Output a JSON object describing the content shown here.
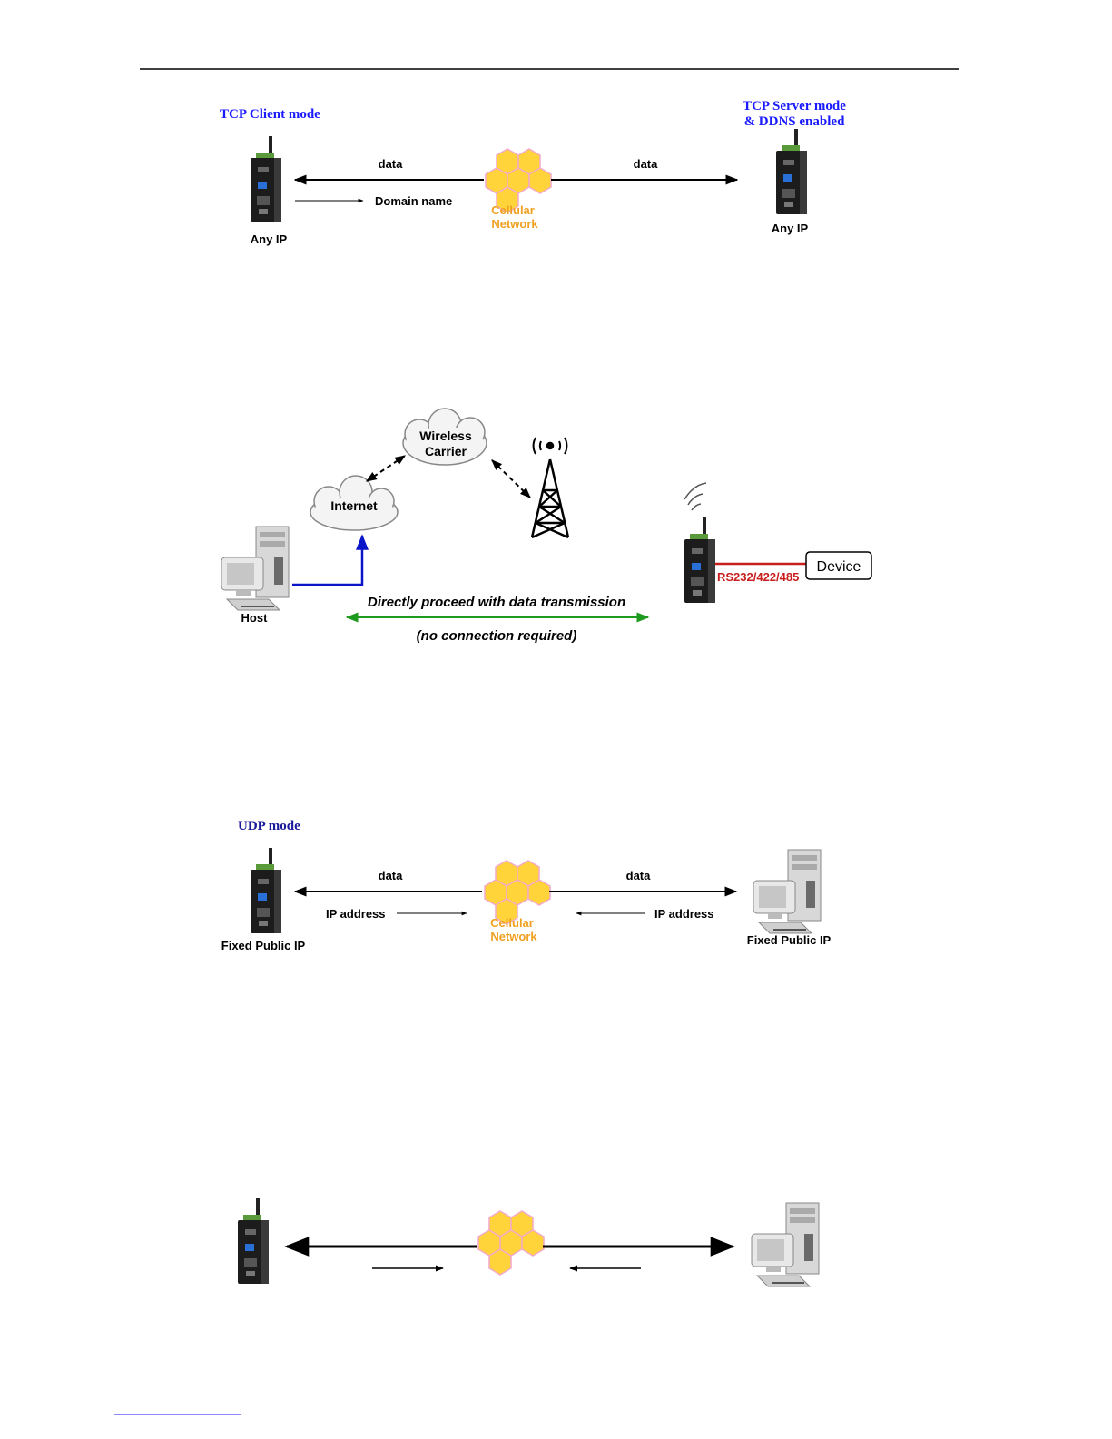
{
  "diagram1": {
    "title": "TCP Client mode",
    "server_title_line1": "TCP Server mode",
    "server_title_line2": "& DDNS enabled",
    "left_data": "data",
    "right_data": "data",
    "domain_name": "Domain name",
    "network_line1": "Cellular",
    "network_line2": "Network",
    "left_caption": "Any IP",
    "right_caption": "Any IP"
  },
  "diagram2": {
    "wireless_line1": "Wireless",
    "wireless_line2": "Carrier",
    "internet": "Internet",
    "host": "Host",
    "serial": "RS232/422/485",
    "device": "Device",
    "transmission": "Directly proceed with data transmission",
    "no_connection": "(no connection required)"
  },
  "diagram3": {
    "title": "UDP mode",
    "left_data": "data",
    "right_data": "data",
    "left_ip": "IP address",
    "right_ip": "IP address",
    "network_line1": "Cellular",
    "network_line2": "Network",
    "left_caption": "Fixed Public IP",
    "right_caption": "Fixed Public IP"
  },
  "colors": {
    "title_blue": "#1a1aff",
    "network_orange": "#f0a020",
    "serial_red": "#c81e1e",
    "host_link_blue": "#0a14c8",
    "transmission_green": "#1e9b1e",
    "hexagon_fill": "#ffd43b"
  }
}
